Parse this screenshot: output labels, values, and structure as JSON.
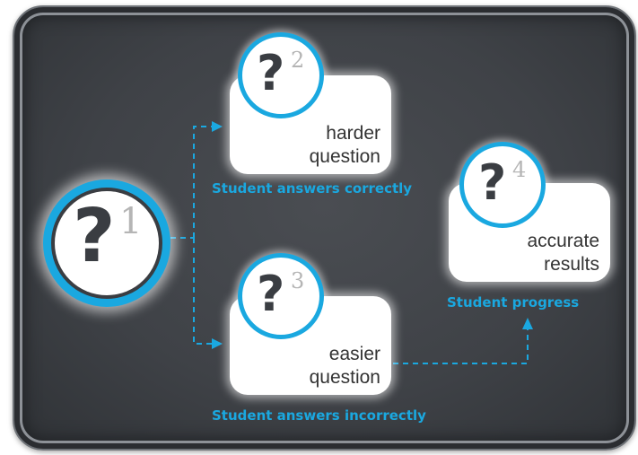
{
  "diagram": {
    "nodes": [
      {
        "id": "q1",
        "symbol": "?",
        "number": "1"
      },
      {
        "id": "q2",
        "symbol": "?",
        "number": "2",
        "text_lines": [
          "harder",
          "question"
        ]
      },
      {
        "id": "q3",
        "symbol": "?",
        "number": "3",
        "text_lines": [
          "easier",
          "question"
        ]
      },
      {
        "id": "q4",
        "symbol": "?",
        "number": "4",
        "text_lines": [
          "accurate",
          "results"
        ]
      }
    ],
    "captions": {
      "correct": "Student answers correctly",
      "incorrect": "Student answers incorrectly",
      "progress": "Student progress"
    },
    "edges": [
      {
        "from": "q1",
        "to": "q2",
        "style": "dashed"
      },
      {
        "from": "q1",
        "to": "q3",
        "style": "dashed"
      },
      {
        "from": "q3",
        "to": "q4",
        "style": "dashed"
      }
    ],
    "colors": {
      "accent": "#1aa8e0",
      "panel": "#3f4247",
      "card": "#ffffff",
      "question_mark": "#3a3d42",
      "number": "#b5b5b5",
      "text": "#333333"
    }
  }
}
